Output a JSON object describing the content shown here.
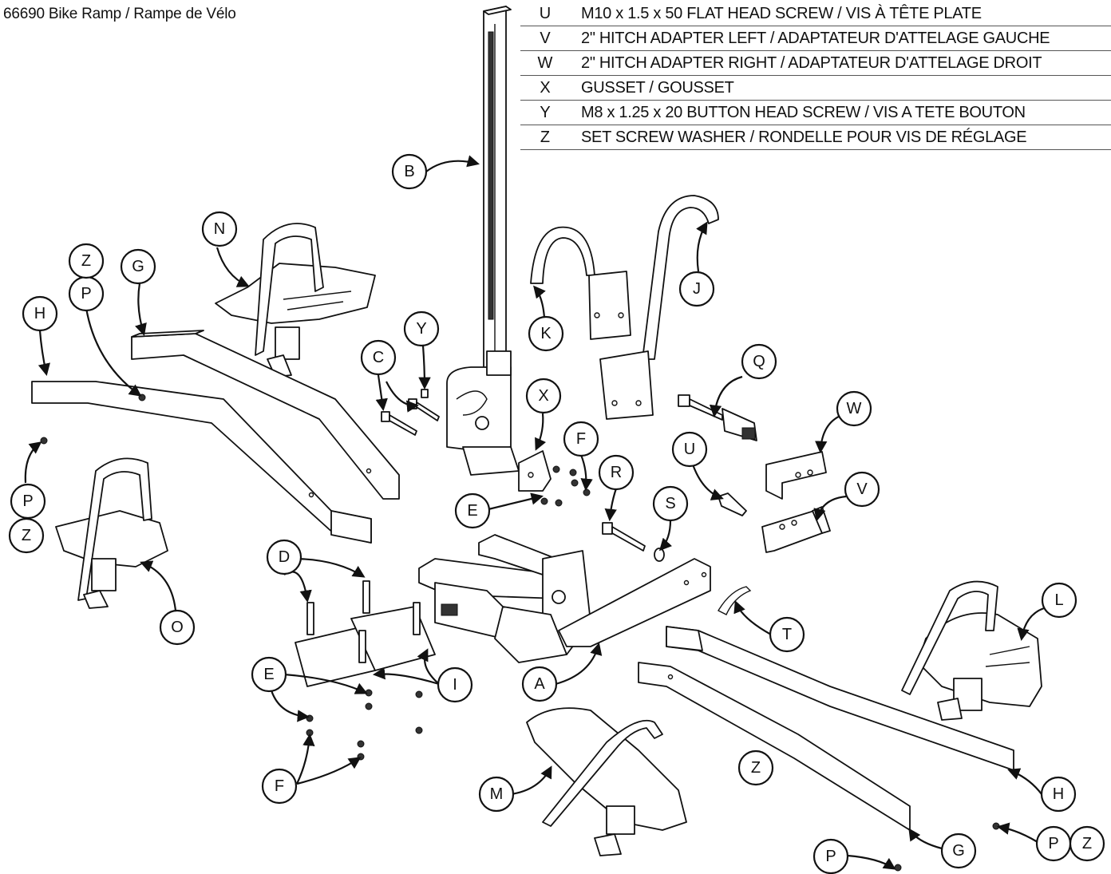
{
  "title": "66690 Bike Ramp / Rampe de Vélo",
  "parts_list": [
    {
      "key": "U",
      "description": "M10 x 1.5 x 50 FLAT HEAD SCREW / VIS À TÊTE PLATE"
    },
    {
      "key": "V",
      "description": "2\" HITCH ADAPTER LEFT / ADAPTATEUR D'ATTELAGE GAUCHE"
    },
    {
      "key": "W",
      "description": "2\" HITCH ADAPTER RIGHT / ADAPTATEUR D'ATTELAGE DROIT"
    },
    {
      "key": "X",
      "description": "GUSSET / GOUSSET"
    },
    {
      "key": "Y",
      "description": "M8 x 1.25 x 20 BUTTON HEAD SCREW / VIS A TETE BOUTON"
    },
    {
      "key": "Z",
      "description": "SET SCREW WASHER / RONDELLE POUR VIS DE RÉGLAGE"
    }
  ],
  "callouts": {
    "a": "A",
    "b": "B",
    "c": "C",
    "d": "D",
    "e1": "E",
    "e2": "E",
    "f1": "F",
    "f2": "F",
    "g1": "G",
    "g2": "G",
    "h1": "H",
    "h2": "H",
    "i": "I",
    "j": "J",
    "k": "K",
    "l": "L",
    "m": "M",
    "n": "N",
    "o": "O",
    "p1": "P",
    "p2": "P",
    "p3": "P",
    "p4": "P",
    "q": "Q",
    "r": "R",
    "s": "S",
    "t": "T",
    "u": "U",
    "v": "V",
    "w": "W",
    "x": "X",
    "y": "Y",
    "z1": "Z",
    "z2": "Z",
    "z3": "Z",
    "z4": "Z"
  }
}
